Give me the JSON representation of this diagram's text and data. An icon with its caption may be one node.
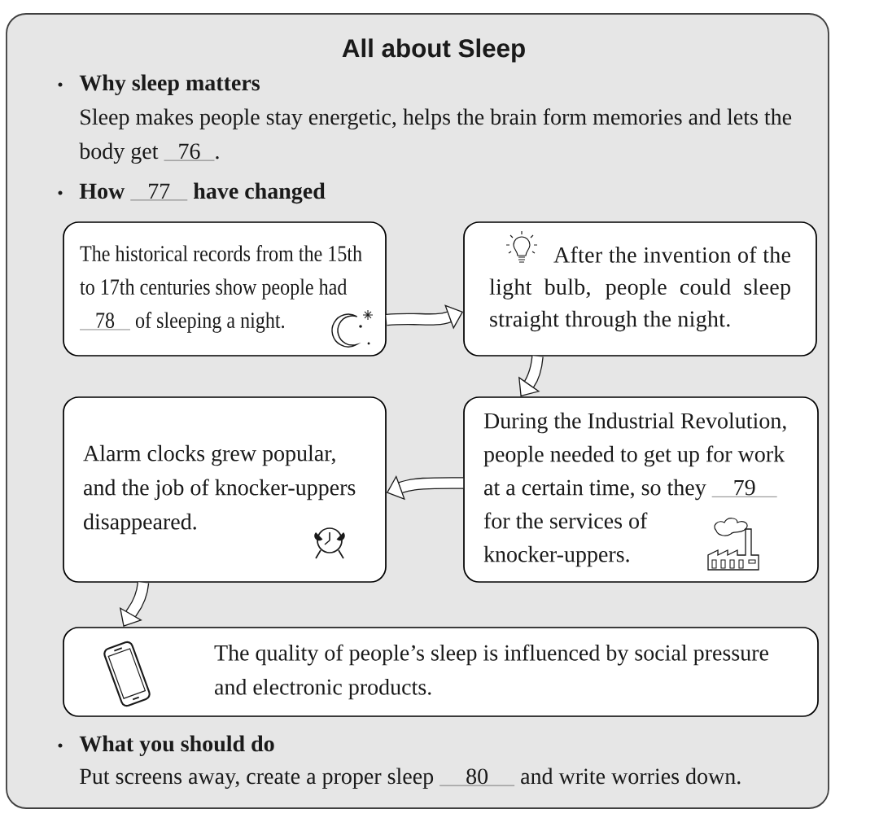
{
  "diagram": {
    "title": "All about Sleep",
    "nodes": [
      {
        "text": [
          "The historical records from the 15th to 17th centuries show people had",
          "78",
          "of sleeping a night."
        ]
      },
      {
        "text": [
          "After the invention of the light bulb, people could sleep straight through the night."
        ]
      },
      {
        "text": [
          "During the Industrial Revolution, people needed to get up for work at a certain time, so they",
          "79",
          "for the services of knocker-uppers."
        ]
      },
      {
        "text": [
          "Alarm clocks grew popular, and the job of knocker-uppers disappeared."
        ]
      },
      {
        "text": [
          "The quality of people’s sleep is influenced by social pressure and electronic products."
        ]
      }
    ],
    "edges": [
      {
        "from": 0,
        "to": 1,
        "arrow": "to"
      },
      {
        "from": 1,
        "to": 2,
        "arrow": "to"
      },
      {
        "from": 2,
        "to": 3,
        "arrow": "to"
      },
      {
        "from": 3,
        "to": 4,
        "arrow": "to"
      }
    ],
    "labels": [
      "Why sleep matters",
      "Sleep makes people stay energetic, helps the brain form memories and lets the body get",
      "76",
      ".",
      "How",
      "77",
      "have changed",
      "What you should do",
      "Put screens away, create a proper sleep",
      "80",
      "and write worries down."
    ]
  }
}
